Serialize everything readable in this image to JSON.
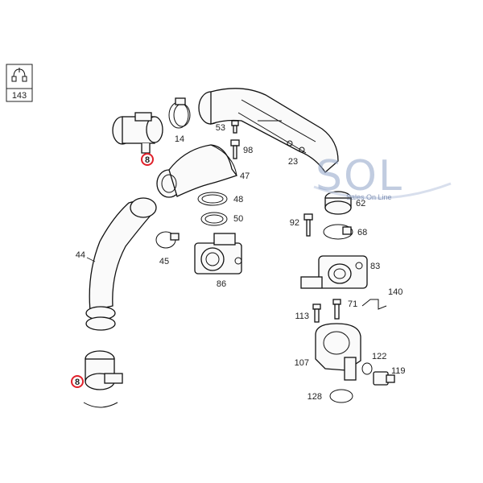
{
  "ref_box": {
    "number": "143",
    "icon": "hose-clamp-icon"
  },
  "watermark": {
    "brand": "SOL",
    "tagline": "Sales On Line"
  },
  "colors": {
    "highlight": "#e0202a",
    "watermark": "#8fa3c7",
    "line": "#111111"
  },
  "callouts": {
    "c8a": "8",
    "c8b": "8",
    "c14": "14",
    "c53": "53",
    "c98": "98",
    "c47": "47",
    "c23": "23",
    "c48": "48",
    "c50": "50",
    "c62": "62",
    "c92": "92",
    "c68": "68",
    "c44": "44",
    "c45": "45",
    "c86": "86",
    "c83": "83",
    "c140": "140",
    "c71": "71",
    "c113": "113",
    "c107": "107",
    "c122": "122",
    "c119": "119",
    "c128": "128"
  }
}
